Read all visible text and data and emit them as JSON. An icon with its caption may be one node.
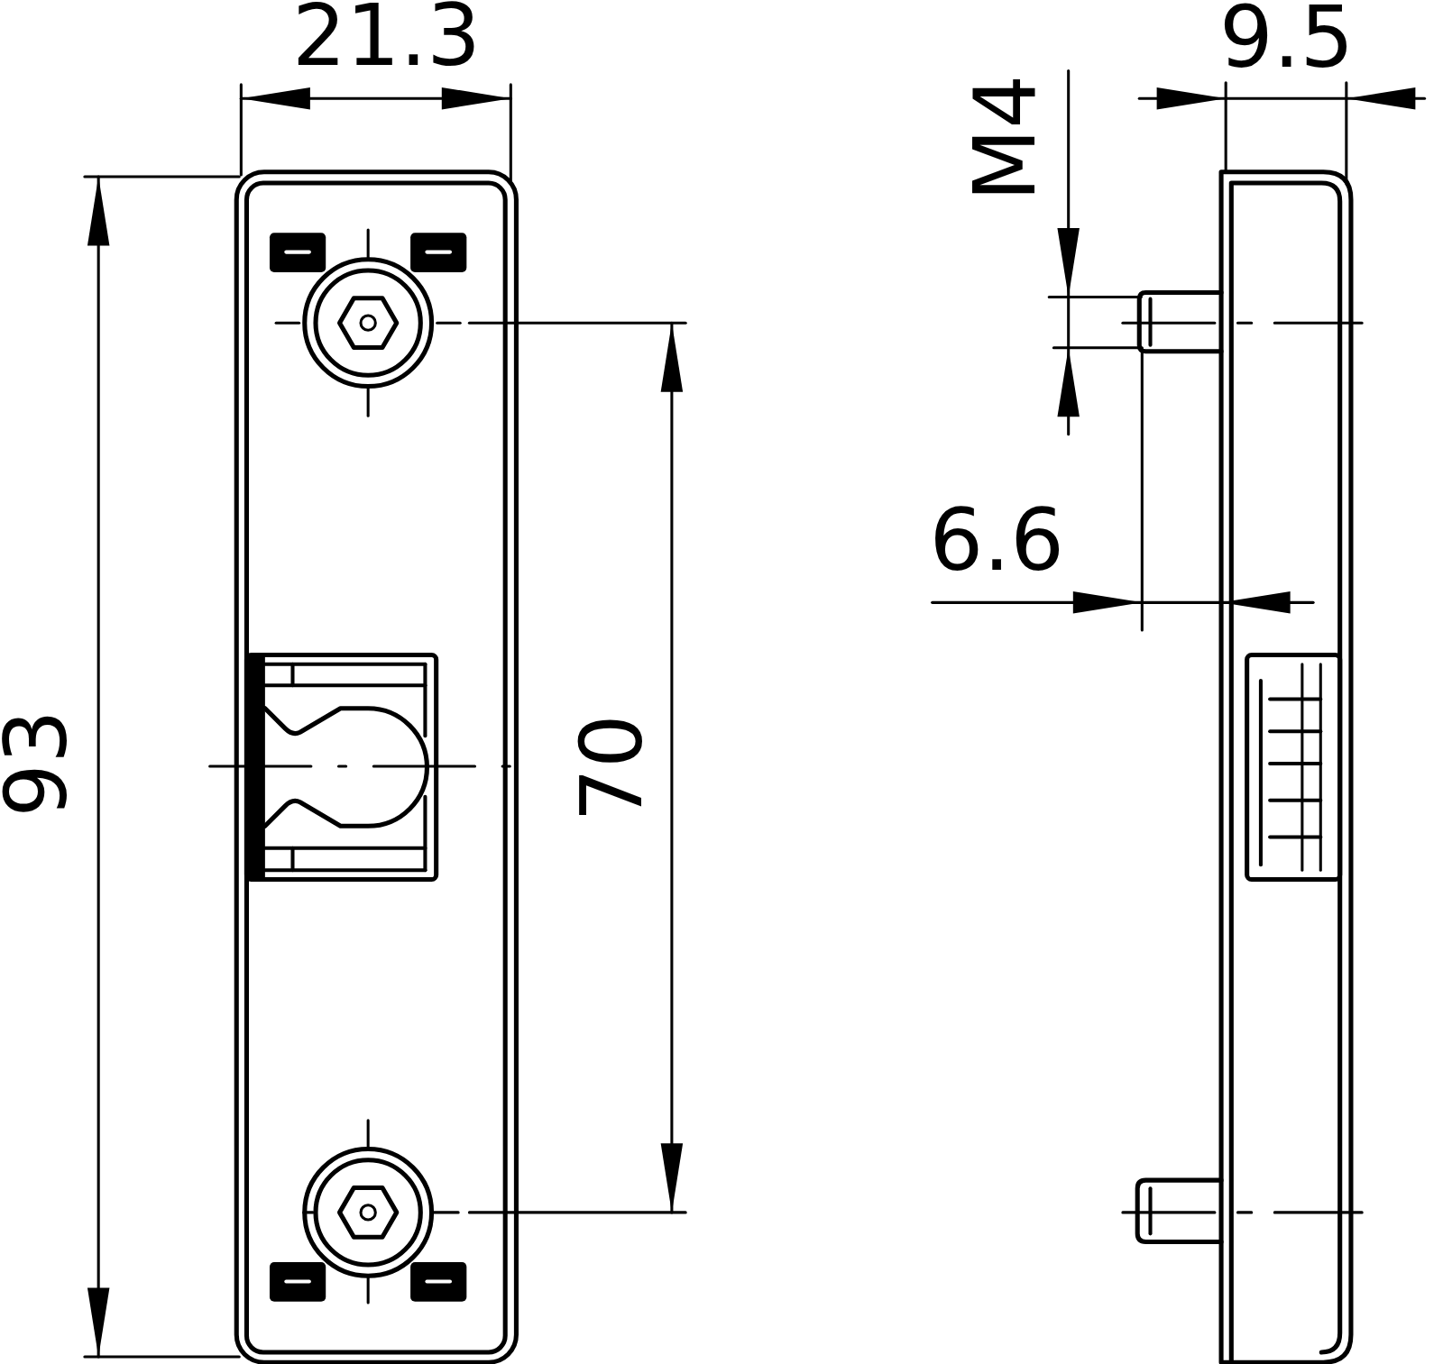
{
  "diagram": {
    "labels": [
      "21.3",
      "9.5",
      "M4",
      "93",
      "70",
      "6.6"
    ]
  }
}
